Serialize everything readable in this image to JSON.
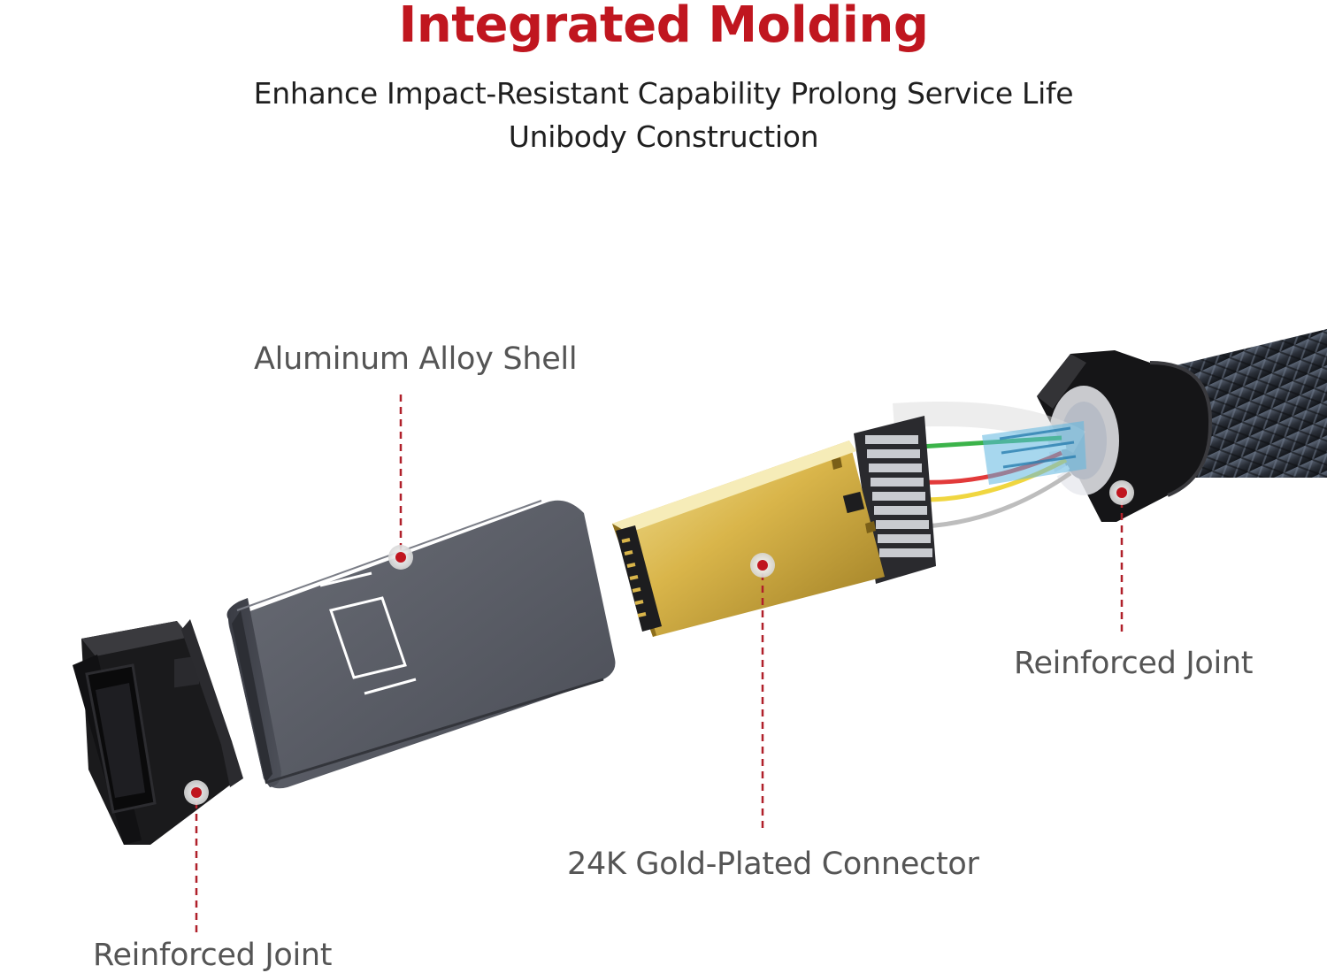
{
  "header": {
    "title": "Integrated Molding",
    "subtitle_line1": "Enhance Impact-Resistant Capability Prolong Service Life",
    "subtitle_line2": "Unibody Construction"
  },
  "callouts": {
    "shell": "Aluminum Alloy Shell",
    "joint_right": "Reinforced Joint",
    "connector": "24K Gold-Plated Connector",
    "joint_left": "Reinforced Joint"
  },
  "colors": {
    "accent_red": "#c0161f",
    "shell_gray": "#4b4e57",
    "gold": "#d9b54a",
    "plastic_black": "#1a1a1c"
  }
}
